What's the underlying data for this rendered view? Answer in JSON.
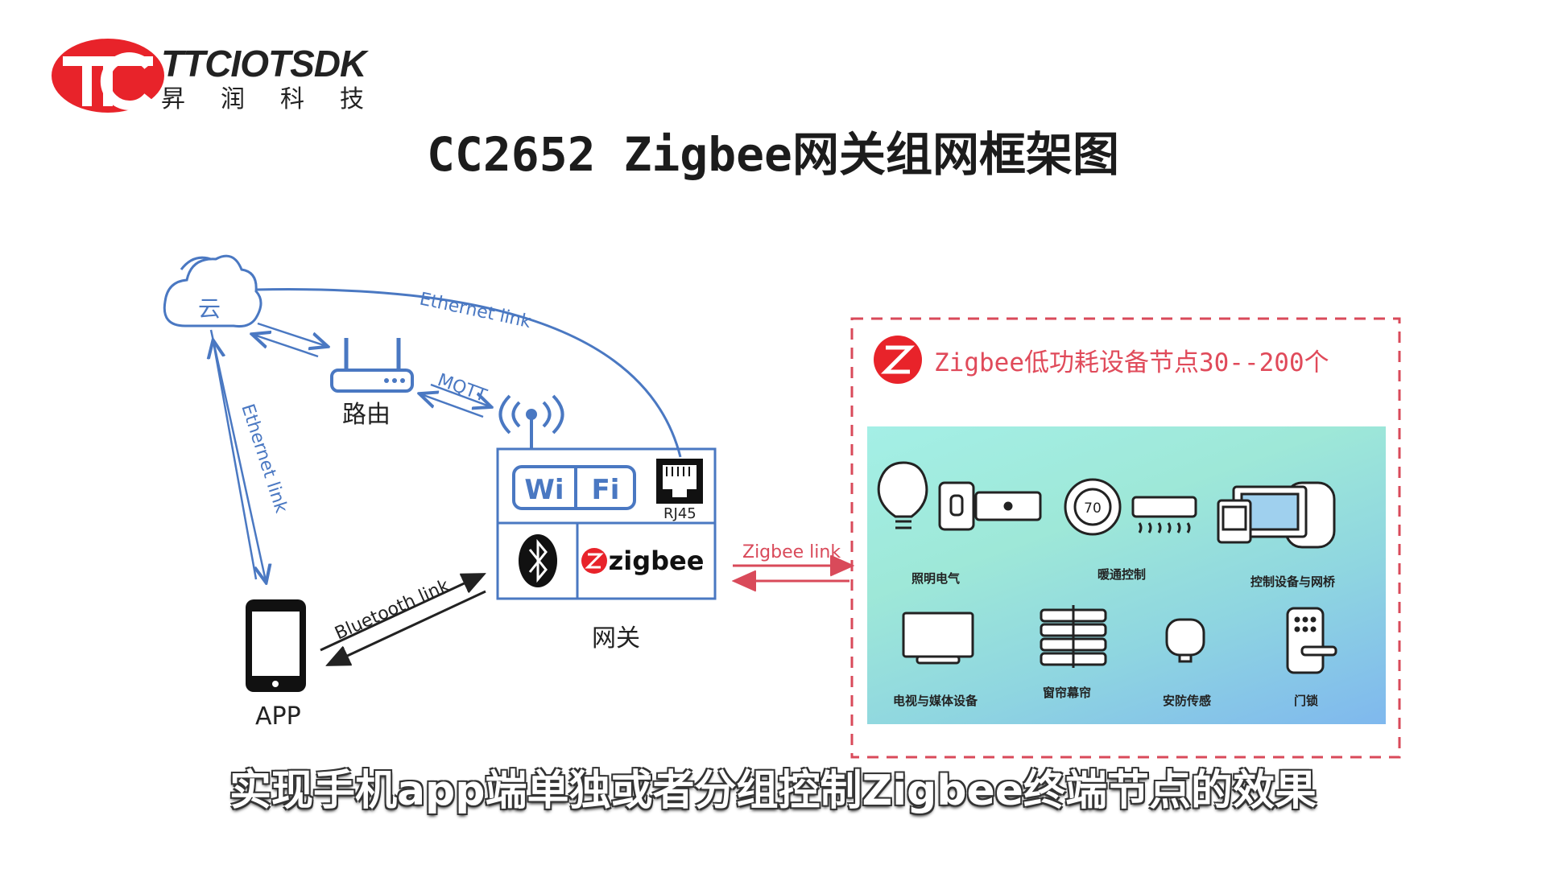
{
  "brand": {
    "name": "TTCIOTSDK",
    "chinese": "昇润科技",
    "red": "#e8232a"
  },
  "title": "CC2652 Zigbee网关组网框架图",
  "nodes": {
    "cloud": "云",
    "router": "路由",
    "gateway": "网关",
    "app": "APP",
    "rj45": "RJ45",
    "wifi": [
      "Wi",
      "Fi"
    ],
    "zigbee": "zigbee"
  },
  "links": {
    "ethernet_top": "Ethernet  link",
    "ethernet_left": "Ethernet  link",
    "mqtt": "MQTT",
    "bluetooth": "Bluetooth link",
    "zigbee": "Zigbee link"
  },
  "zigbee_box": {
    "header": "Zigbee低功耗设备节点30--200个",
    "devices": [
      {
        "label": "照明电气",
        "icon": "light-bulb-switch-socket-icon"
      },
      {
        "label": "暖通控制",
        "icon": "thermostat-ac-icon"
      },
      {
        "label": "控制设备与网桥",
        "icon": "control-panel-bridge-icon"
      },
      {
        "label": "电视与媒体设备",
        "icon": "tv-icon"
      },
      {
        "label": "窗帘幕帘",
        "icon": "curtain-icon"
      },
      {
        "label": "安防传感",
        "icon": "security-sensor-icon"
      },
      {
        "label": "门锁",
        "icon": "door-lock-icon"
      }
    ]
  },
  "subtitle": "实现手机app端单独或者分组控制Zigbee终端节点的效果",
  "colors": {
    "blue_link": "#4a78c2",
    "red_link": "#d94a5a",
    "dashed_box": "#d94a5a"
  }
}
